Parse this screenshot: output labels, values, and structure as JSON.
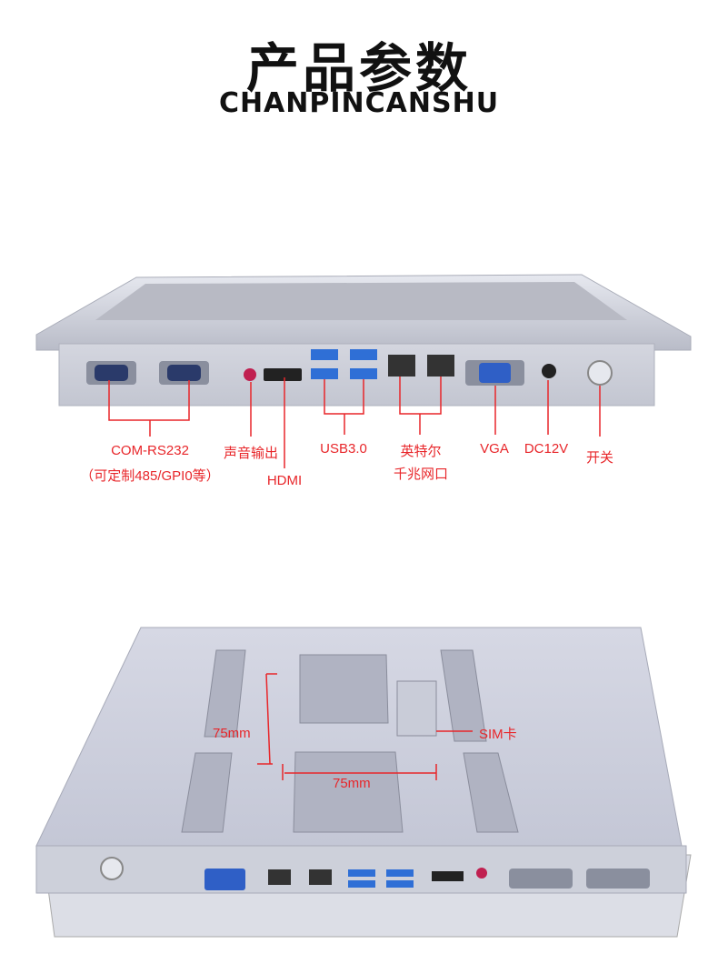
{
  "header": {
    "title": "产品参数",
    "subtitle": "CHANPINCANSHU"
  },
  "front_labels": {
    "com": "COM-RS232",
    "com_note": "（可定制485/GPI0等）",
    "audio": "声音输出",
    "hdmi": "HDMI",
    "usb": "USB3.0",
    "lan_1": "英特尔",
    "lan_2": "千兆网口",
    "vga": "VGA",
    "dc": "DC12V",
    "power": "开关"
  },
  "back_labels": {
    "vesa_v": "75mm",
    "vesa_h": "75mm",
    "sim": "SIM卡"
  },
  "colors": {
    "annotation": "#e8262a",
    "metal": "#c9ccd8",
    "port_blue": "#2f6fd6"
  }
}
